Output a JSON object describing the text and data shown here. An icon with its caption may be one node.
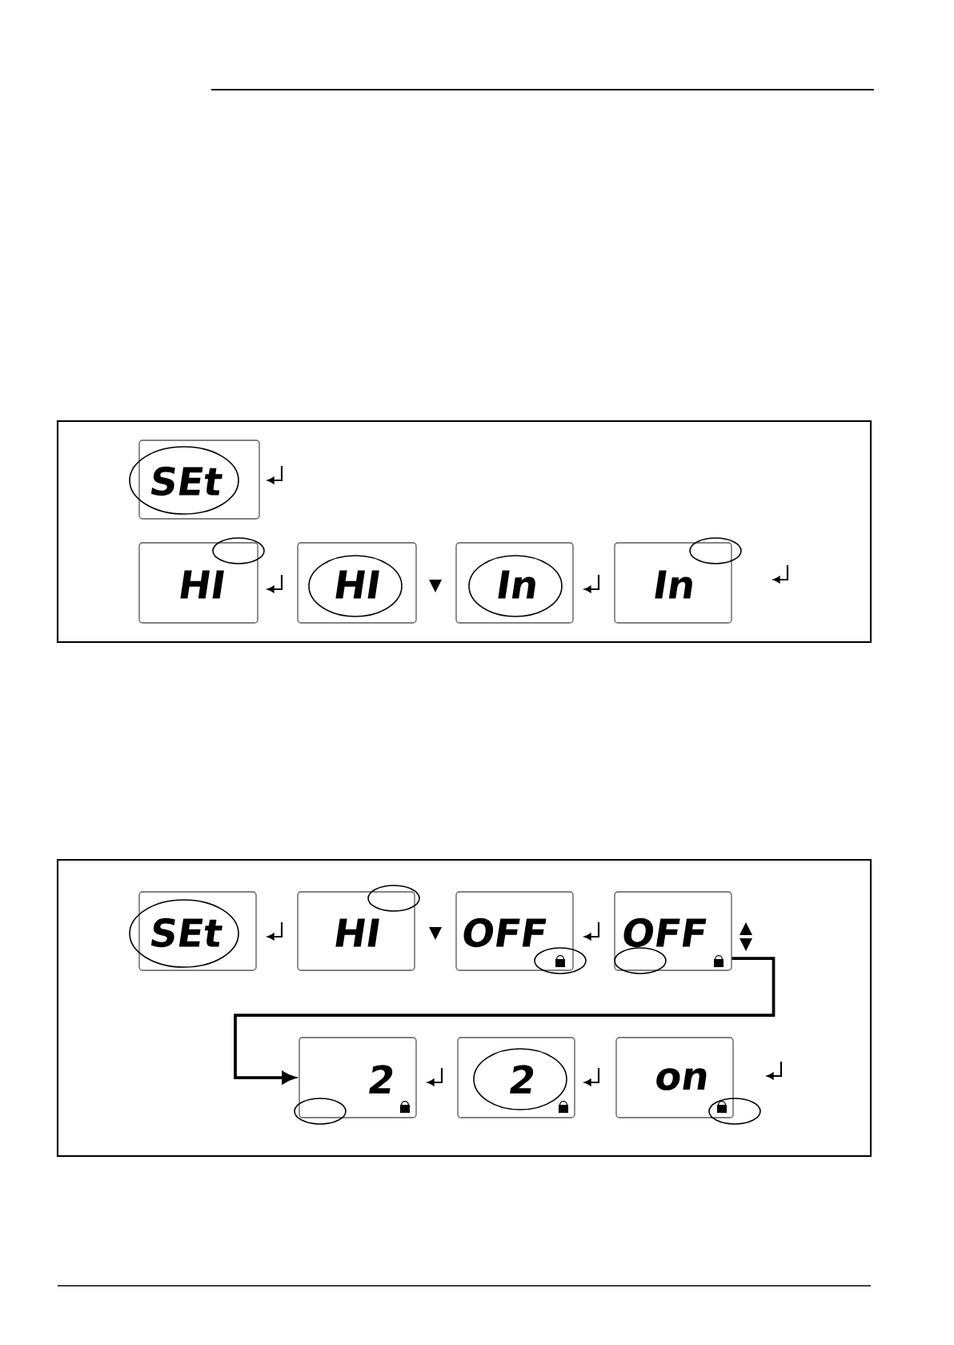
{
  "diagram": {
    "nodes": [
      {
        "text": [
          "SEt"
        ]
      },
      {
        "text": [
          "HI"
        ]
      },
      {
        "text": [
          "HI"
        ]
      },
      {
        "text": [
          "In"
        ]
      },
      {
        "text": [
          "In"
        ]
      },
      {
        "text": [
          "SEt"
        ]
      },
      {
        "text": [
          "HI"
        ]
      },
      {
        "text": [
          "OFF"
        ]
      },
      {
        "text": [
          "OFF"
        ]
      },
      {
        "text": [
          "2"
        ]
      },
      {
        "text": [
          "2"
        ]
      },
      {
        "text": [
          "on"
        ]
      }
    ],
    "edges": [
      {
        "from": 8,
        "to": 9,
        "arrow": "to"
      }
    ]
  }
}
